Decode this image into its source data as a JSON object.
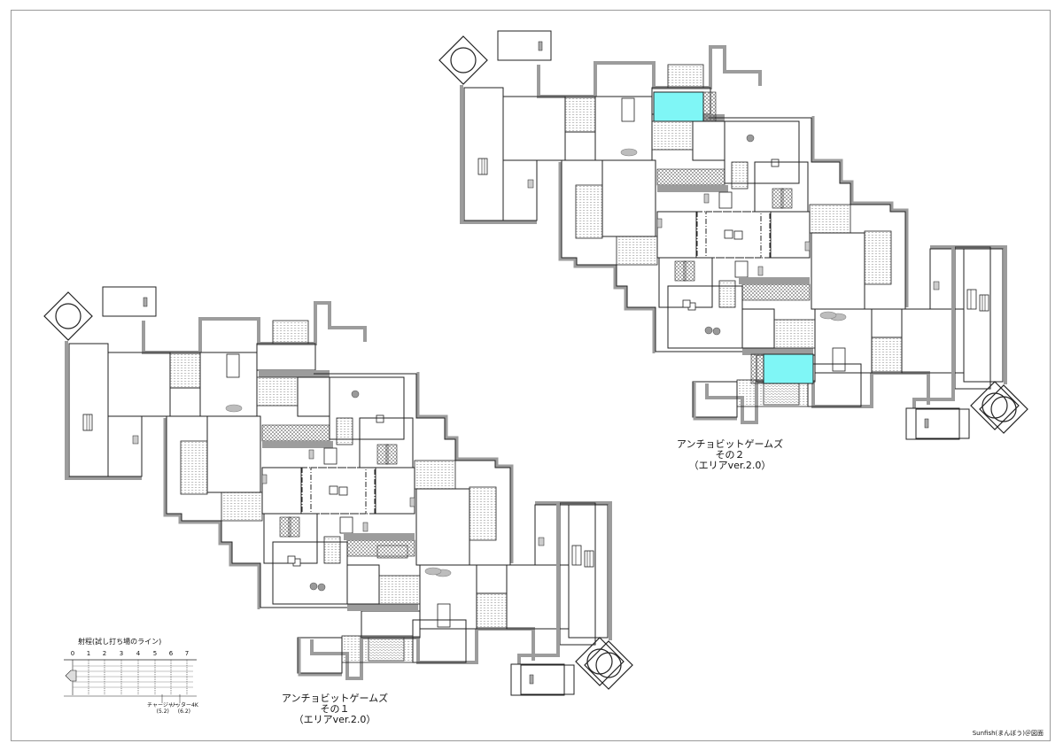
{
  "maps": [
    {
      "id": "area-1",
      "title_lines": [
        "アンチョビットゲームズ",
        "その１",
        "（エリアver.2.0）"
      ]
    },
    {
      "id": "area-2",
      "title_lines": [
        "アンチョビットゲームズ",
        "その２",
        "（エリアver.2.0）"
      ]
    }
  ],
  "range_legend": {
    "title": "射程(試し打ち場のライン)",
    "scale": [
      "0",
      "1",
      "2",
      "3",
      "4",
      "5",
      "6",
      "7"
    ],
    "weapons": [
      {
        "name": "チャージャー",
        "value": "(5.2)"
      },
      {
        "name": "リッター4K",
        "value": "(6.2)"
      }
    ]
  },
  "credit": "Sunfish(まんぼう)＠図面",
  "colors": {
    "water_highlight": "#7ff6f6",
    "wall": "#9c9c9c",
    "line": "#222222"
  }
}
